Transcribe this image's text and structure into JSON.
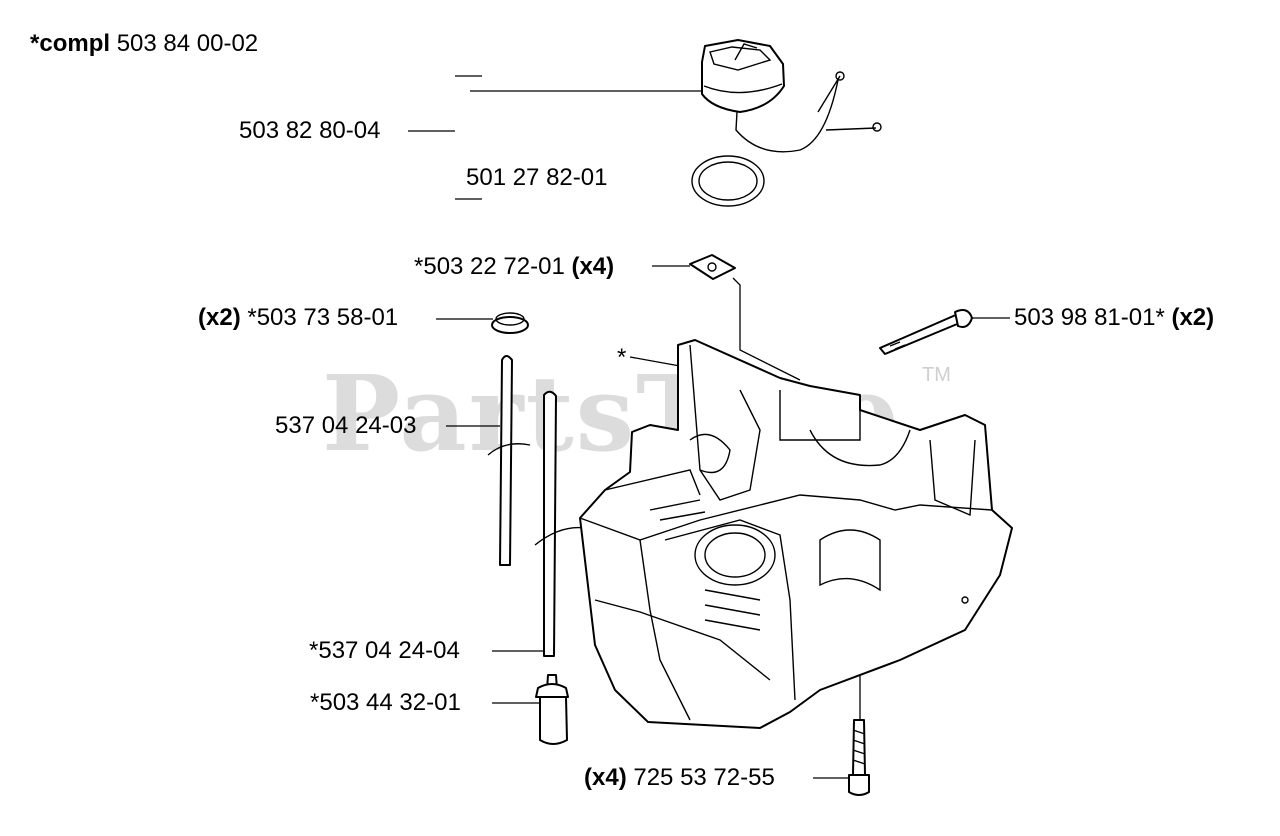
{
  "watermark": {
    "text": "PartsTree",
    "tm": "TM"
  },
  "labels": {
    "compl_prefix": "*compl",
    "compl_num": "503 84 00-02",
    "cap": "503 82 80-04",
    "oring": "501 27 82-01",
    "bracket_num": "*503 22 72-01",
    "bracket_qty": "(x4)",
    "grommet_qty": "(x2)",
    "grommet_num": "*503 73 58-01",
    "bolt_num": "503 98 81-01*",
    "bolt_qty": "(x2)",
    "star": "*",
    "hose1": "537 04 24-03",
    "hose2": "*537 04 24-04",
    "filter": "*503 44 32-01",
    "screw_qty": "(x4)",
    "screw_num": "725 53 72-55"
  }
}
